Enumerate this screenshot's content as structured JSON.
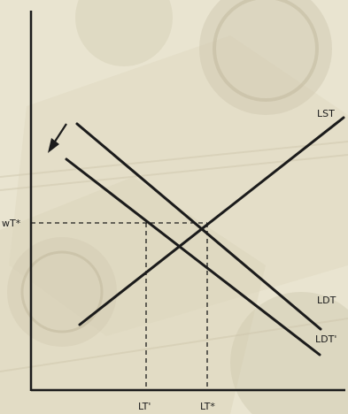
{
  "diagram": {
    "labels": {
      "supply": "LST",
      "demand": "LDT",
      "demand_shifted": "LDT'",
      "price_level": "wT*",
      "qty_new": "LT'",
      "qty_original": "LT*"
    },
    "colors": {
      "background": "#ece7d4",
      "ink": "#1b1b1b"
    },
    "notes": {
      "shift_direction": "left / down (arrow on demand curve)"
    }
  }
}
